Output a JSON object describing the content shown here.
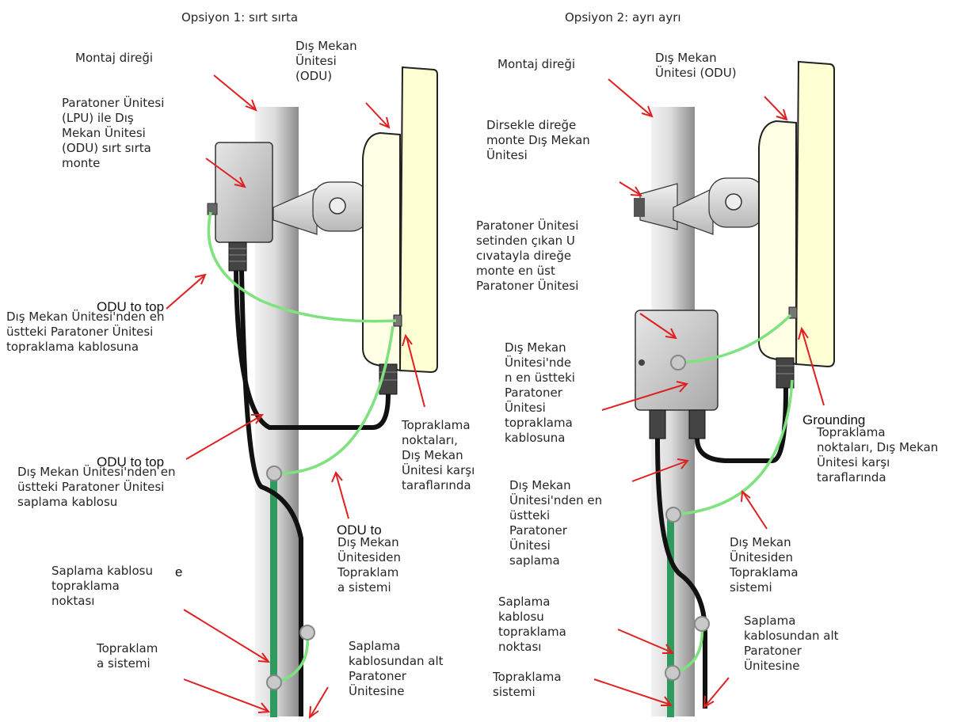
{
  "title_left": "Opsiyon 1: sırt sırta",
  "title_right": "Opsiyon 2: ayrı ayrı",
  "left": {
    "mast": "Montaj direği",
    "odu": "Dış Mekan\nÜnitesi\n(ODU)",
    "lpu_odu": "Paratoner Ünitesi\n(LPU) ile Dış\nMekan Ünitesi\n(ODU) sırt sırta\nmonte",
    "overlay_1": "ODU to top",
    "ground_cable": "Dış Mekan Ünitesi'nden en\nüstteki Paratoner Ünitesi\ntopraklama kablosuna",
    "overlay_2": "ODU to top",
    "drop_cable": "Dış Mekan Ünitesi'nden en\nüstteki Paratoner Ünitesi\nsaplama kablosu",
    "ground_points": "Topraklama\nnoktaları,\nDış Mekan\nÜnitesi karşı\ntaraflarında",
    "overlay_3": "ODU to",
    "odu_ground_system": "Dış Mekan\nÜnitesiden\nTopraklam\na sistemi",
    "drop_ground_point": "Saplama kablosu\ntopraklama\nnoktası",
    "overlay_4": "e",
    "ground_system": "Topraklam\na sistemi",
    "drop_to_lpu": "Saplama\nkablosundan alt\nParatoner\nÜnitesine"
  },
  "right": {
    "mast": "Montaj direği",
    "odu": "Dış Mekan\nÜnitesi (ODU)",
    "bracket": "Dirsekle direğe\nmonte Dış Mekan\nÜnitesi",
    "lpu_ubolt": "Paratoner Ünitesi\nsetinden çıkan U\ncıvatayla direğe\nmonte en üst\nParatoner Ünitesi",
    "ground_cable": "Dış Mekan\nÜnitesi'nde\nn en üstteki\nParatoner\nÜnitesi\ntopraklama\nkablosuna",
    "overlay_grounding": "Grounding",
    "ground_points": "Topraklama\nnoktaları, Dış Mekan\nÜnitesi karşı\ntaraflarında",
    "drop_cable": "Dış Mekan\nÜnitesi'nden en\nüstteki\nParatoner\nÜnitesi\nsaplama",
    "odu_ground_system": "Dış Mekan\nÜnitesiden\nTopraklama\nsistemi",
    "drop_ground_point": "Saplama\nkablosu\ntopraklama\nnoktası",
    "ground_system": "Topraklama\nsistemi",
    "drop_to_lpu": "Saplama\nkablosundan alt\nParatoner\nÜnitesine"
  },
  "colors": {
    "arrow": "#e02020",
    "ground_wire": "#7ee27e",
    "ground_rod": "#2e9a5e",
    "odu_fill": "#ffffd4",
    "pole": "#d2d2d2",
    "cable": "#111111"
  }
}
